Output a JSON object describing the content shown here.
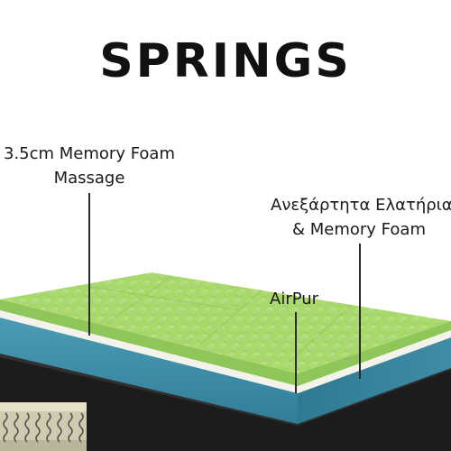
{
  "title": "SPRINGS",
  "labels": {
    "memory_foam_massage": [
      "3.5cm Memory Foam",
      "Massage"
    ],
    "springs_memory_foam": [
      "Ανεξάρτητα Ελατήρια",
      "& Memory Foam"
    ],
    "airpur": "AirPur"
  },
  "colors": {
    "foam_green": "#a8d86a",
    "foam_blue": "#3f8fa8",
    "base_black": "#1b1b1b",
    "divider_white": "#f4f4ee"
  }
}
